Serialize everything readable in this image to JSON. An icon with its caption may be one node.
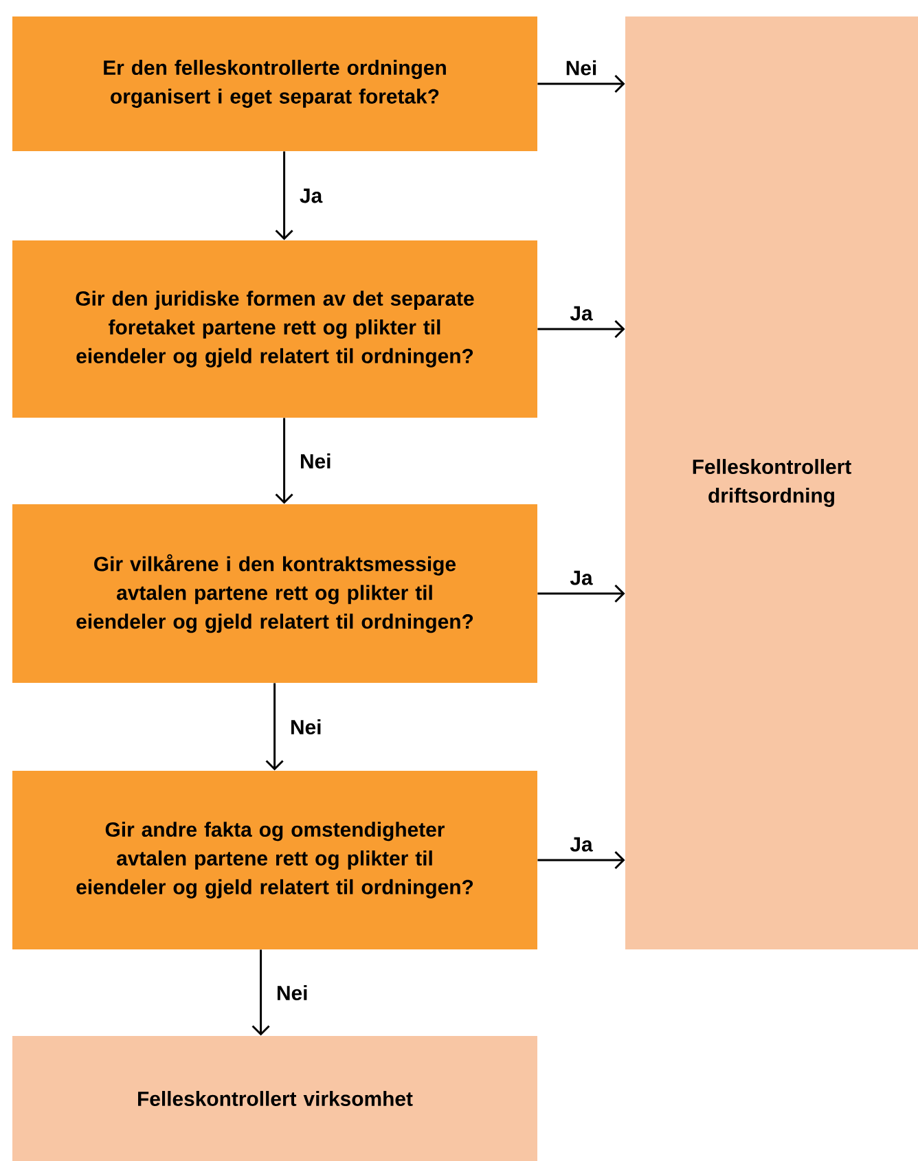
{
  "diagram": {
    "nodes": [
      {
        "text": [
          "Er den felleskontrollerte ordningen organisert i eget separat foretak?"
        ]
      },
      {
        "text": [
          "Gir den juridiske formen av det separate foretaket partene rett og plikter til eiendeler og gjeld relatert til ordningen?"
        ]
      },
      {
        "text": [
          "Gir vilkårene i den kontraktsmessige avtalen partene rett og plikter til eiendeler og gjeld relatert til ordningen?"
        ]
      },
      {
        "text": [
          "Gir andre fakta og omstendigheter avtalen partene rett og plikter til eiendeler og gjeld relatert til ordningen?"
        ]
      },
      {
        "text": [
          "Felleskontrollert driftsordning"
        ]
      },
      {
        "text": [
          "Felleskontrollert virksomhet"
        ]
      }
    ],
    "edges": [
      {
        "from": 0,
        "to": 4,
        "arrow": "to",
        "label": "Nei"
      },
      {
        "from": 0,
        "to": 1,
        "arrow": "to",
        "label": "Ja"
      },
      {
        "from": 1,
        "to": 4,
        "arrow": "to",
        "label": "Ja"
      },
      {
        "from": 1,
        "to": 2,
        "arrow": "to",
        "label": "Nei"
      },
      {
        "from": 2,
        "to": 4,
        "arrow": "to",
        "label": "Ja"
      },
      {
        "from": 2,
        "to": 3,
        "arrow": "to",
        "label": "Nei"
      },
      {
        "from": 3,
        "to": 4,
        "arrow": "to",
        "label": "Ja"
      },
      {
        "from": 3,
        "to": 5,
        "arrow": "to",
        "label": "Nei"
      }
    ]
  }
}
